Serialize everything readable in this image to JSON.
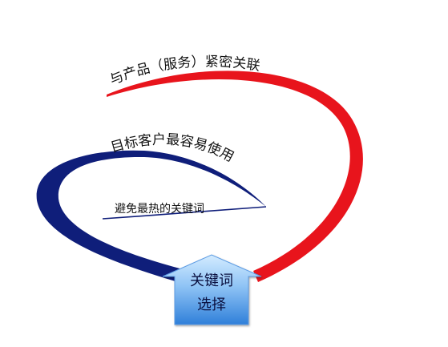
{
  "diagram": {
    "red_arc_label": "与产品（服务）紧密关联",
    "blue_loop_label": "目标客户最容易使用",
    "inner_label": "避免最热的关键词",
    "house_label_line1": "关键词",
    "house_label_line2": "选择",
    "colors": {
      "red": "#e8141c",
      "blue": "#0f1e7a",
      "house_top": "#bfe0ff",
      "house_bottom": "#2f7fd9"
    }
  }
}
